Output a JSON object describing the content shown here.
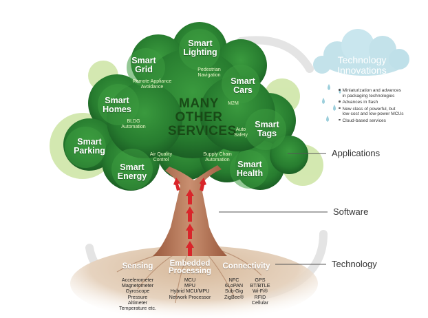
{
  "canopy": {
    "center_lines": [
      "MANY",
      "OTHER",
      "SERVICES"
    ],
    "leaves_big": [
      [
        "Smart",
        "Lighting"
      ],
      [
        "Smart",
        "Grid"
      ],
      [
        "Smart",
        "Cars"
      ],
      [
        "Smart",
        "Homes"
      ],
      [
        "Smart",
        "Tags"
      ],
      [
        "Smart",
        "Parking"
      ],
      [
        "Smart",
        "Energy"
      ],
      [
        "Smart",
        "Health"
      ]
    ],
    "leaves_small": [
      [
        "Pedestrian",
        "Navigation"
      ],
      [
        "Remote Appliance",
        "Avoidance"
      ],
      [
        "M2M"
      ],
      [
        "BLDG",
        "Automation"
      ],
      [
        "Auto",
        "Safety"
      ],
      [
        "Air Quality",
        "Control"
      ],
      [
        "Supply Chain",
        "Automation"
      ]
    ]
  },
  "roots": {
    "columns": [
      {
        "title": [
          "Sensing"
        ],
        "items": [
          "Accelerometer",
          "Magnetometer",
          "Gyroscope",
          "Pressure",
          "Altimeter",
          "Temperature etc."
        ]
      },
      {
        "title": [
          "Embedded",
          "Processing"
        ],
        "items": [
          "MCU",
          "MPU",
          "Hybrid MCU/MPU",
          "Network Processor"
        ]
      },
      {
        "title": [
          "Connectivity"
        ],
        "items_left": [
          "NFC",
          "6LoPAN",
          "Sub-Gig",
          "ZigBee®"
        ],
        "items_right": [
          "GPS",
          "BT/BTLE",
          "Wi-Fi®",
          "RFID",
          "Cellular"
        ]
      }
    ]
  },
  "side_labels": [
    "Applications",
    "Software",
    "Technology"
  ],
  "innovations": {
    "title": [
      "Technology",
      "Innovations"
    ],
    "bullets": [
      [
        "Miniaturization and advances",
        "in packaging technologies"
      ],
      [
        "Advances in flash"
      ],
      [
        "New class of powerful, but",
        "low-cost and low-power MCUs"
      ],
      [
        "Cloud-based services"
      ]
    ]
  },
  "colors": {
    "canopy_dark": "#1f6b2a",
    "canopy_mid": "#2f8a36",
    "leaf_ring": "#b9d98a",
    "trunk": "#b97a5a",
    "arrow": "#d9252a",
    "soil": "#c9a98a",
    "cloud": "#b7dde6"
  }
}
